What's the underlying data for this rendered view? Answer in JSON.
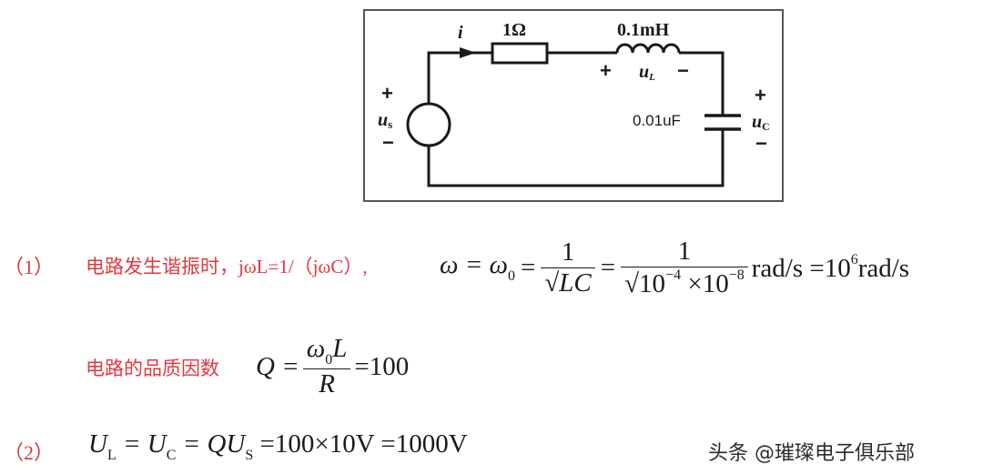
{
  "circuit": {
    "current": "i",
    "resistor": "1Ω",
    "inductor": "0.1mH",
    "capacitor": "0.01uF",
    "source_plus": "+",
    "source_minus": "−",
    "source_label": "u",
    "source_sub": "s",
    "inductor_plus": "+",
    "inductor_minus": "−",
    "inductor_v": "u",
    "inductor_sub": "L",
    "cap_plus": "+",
    "cap_minus": "−",
    "cap_v": "u",
    "cap_sub": "C"
  },
  "step1": {
    "num": "（1）",
    "text": "电路发生谐振时，jωL=1/（jωC）,",
    "omega_lhs": "ω = ω",
    "omega0_sub": "0",
    "eq": "=",
    "one": "1",
    "sqrt_lc": "√LC",
    "den_a": "√10",
    "den_a_exp": "−4",
    "den_times": " ×10",
    "den_b_exp": "−8",
    "rad_a": "rad/s =10",
    "exp6": "6",
    "rad_b": "rad/s"
  },
  "q": {
    "text": "电路的品质因数",
    "Q": "Q =",
    "num": "ω",
    "num_sub": "0",
    "num_L": "L",
    "den": "R",
    "result": "=100"
  },
  "step2": {
    "num": "（2）",
    "U": "U",
    "L_sub": "L",
    "eq1": " = U",
    "C_sub": "C",
    "eq2": " = QU",
    "S_sub": "S",
    "rest": " =100×10V =1000V"
  },
  "watermark": "头条 @璀璨电子俱乐部"
}
